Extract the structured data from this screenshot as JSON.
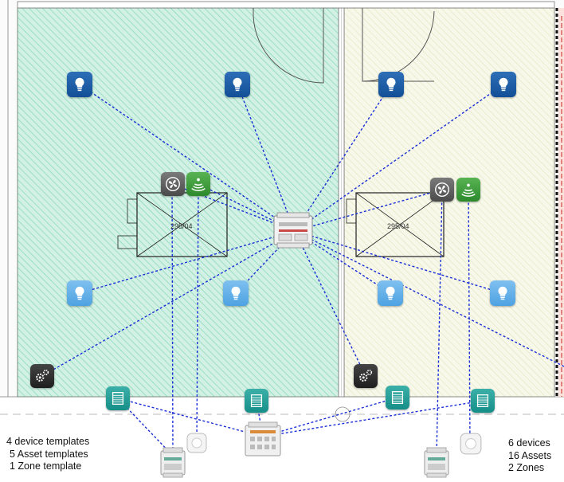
{
  "room_labels": {
    "left": "295/04",
    "right": "295/04"
  },
  "summary_left": {
    "device_templates": "4 device templates",
    "asset_templates": "5 Asset templates",
    "zone_template": "1 Zone template"
  },
  "summary_right": {
    "devices": "6 devices",
    "assets": "16 Assets",
    "zones": "2 Zones"
  },
  "colors": {
    "zone_left": "#6fd3b0",
    "zone_right": "#e6ebc4",
    "connection": "#1a2fd6",
    "room_boundary": "#cc2222"
  }
}
